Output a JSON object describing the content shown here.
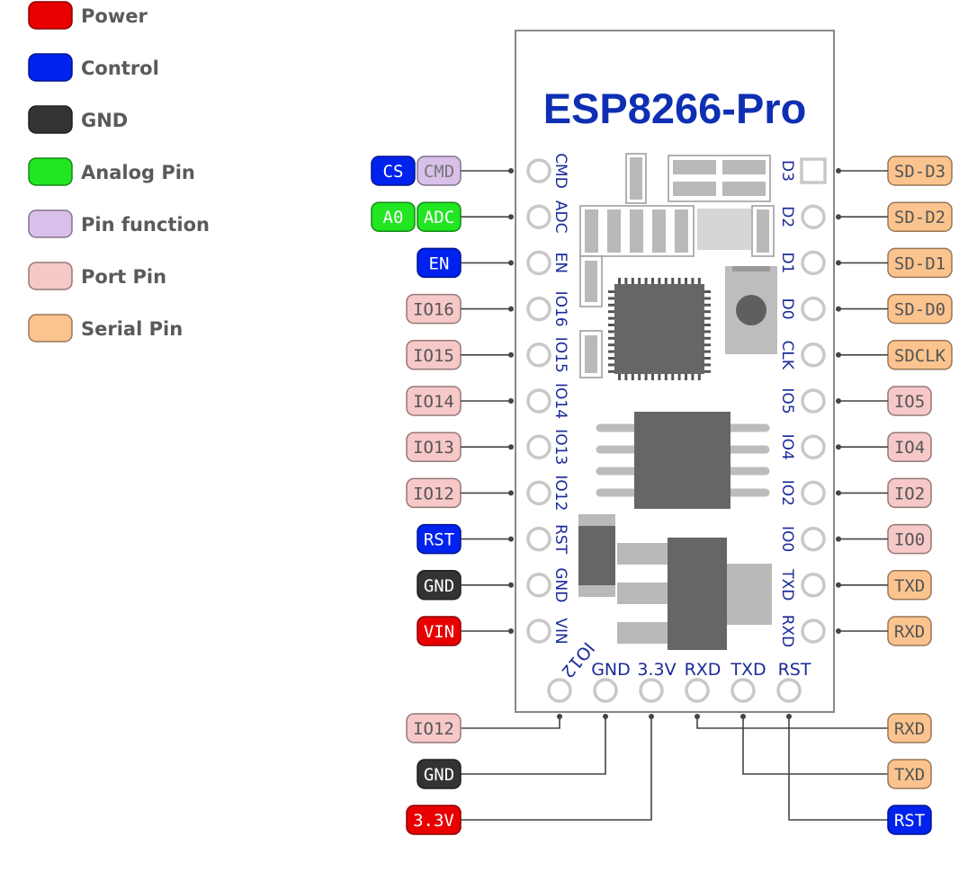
{
  "colors": {
    "power": "#e80000",
    "control": "#0022ee",
    "gnd": "#333333",
    "analog": "#22e622",
    "function": "#d9c0ea",
    "port": "#f7c8c8",
    "serial": "#fbc48e",
    "title": "#0f2fb3",
    "pin_label": "#1a2a9a",
    "board_border": "#888888"
  },
  "legend": [
    {
      "label": "Power",
      "type": "power"
    },
    {
      "label": "Control",
      "type": "control"
    },
    {
      "label": "GND",
      "type": "gnd"
    },
    {
      "label": "Analog Pin",
      "type": "analog"
    },
    {
      "label": "Pin function",
      "type": "function"
    },
    {
      "label": "Port Pin",
      "type": "port"
    },
    {
      "label": "Serial Pin",
      "type": "serial"
    }
  ],
  "board": {
    "title": "ESP8266-Pro",
    "left_pins": [
      "CMD",
      "ADC",
      "EN",
      "IO16",
      "IO15",
      "IO14",
      "IO13",
      "IO12",
      "RST",
      "GND",
      "VIN"
    ],
    "right_pins": [
      "D3",
      "D2",
      "D1",
      "D0",
      "CLK",
      "IO5",
      "IO4",
      "IO2",
      "IO0",
      "TXD",
      "RXD"
    ],
    "bottom_pins": [
      "IO12",
      "GND",
      "3.3V",
      "RXD",
      "TXD",
      "RST"
    ]
  },
  "left_tags": [
    [
      {
        "text": "CS",
        "type": "control"
      },
      {
        "text": "CMD",
        "type": "function"
      }
    ],
    [
      {
        "text": "A0",
        "type": "analog"
      },
      {
        "text": "ADC",
        "type": "analog"
      }
    ],
    [
      {
        "text": "EN",
        "type": "control"
      }
    ],
    [
      {
        "text": "IO16",
        "type": "port"
      }
    ],
    [
      {
        "text": "IO15",
        "type": "port"
      }
    ],
    [
      {
        "text": "IO14",
        "type": "port"
      }
    ],
    [
      {
        "text": "IO13",
        "type": "port"
      }
    ],
    [
      {
        "text": "IO12",
        "type": "port"
      }
    ],
    [
      {
        "text": "RST",
        "type": "control"
      }
    ],
    [
      {
        "text": "GND",
        "type": "gnd"
      }
    ],
    [
      {
        "text": "VIN",
        "type": "power"
      }
    ]
  ],
  "right_tags": [
    {
      "text": "SD-D3",
      "type": "serial"
    },
    {
      "text": "SD-D2",
      "type": "serial"
    },
    {
      "text": "SD-D1",
      "type": "serial"
    },
    {
      "text": "SD-D0",
      "type": "serial"
    },
    {
      "text": "SDCLK",
      "type": "serial"
    },
    {
      "text": "IO5",
      "type": "port"
    },
    {
      "text": "IO4",
      "type": "port"
    },
    {
      "text": "IO2",
      "type": "port"
    },
    {
      "text": "IO0",
      "type": "port"
    },
    {
      "text": "TXD",
      "type": "serial"
    },
    {
      "text": "RXD",
      "type": "serial"
    }
  ],
  "bottom_tags": [
    {
      "text": "IO12",
      "type": "port"
    },
    {
      "text": "GND",
      "type": "gnd"
    },
    {
      "text": "3.3V",
      "type": "power"
    },
    {
      "text": "RXD",
      "type": "serial"
    },
    {
      "text": "TXD",
      "type": "serial"
    },
    {
      "text": "RST",
      "type": "control"
    }
  ]
}
